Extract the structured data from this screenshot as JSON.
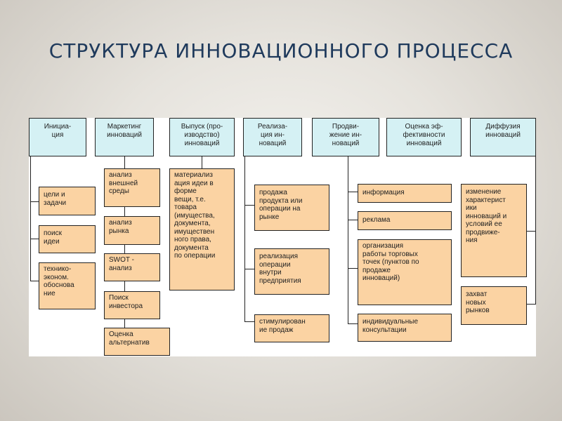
{
  "title": "СТРУКТУРА ИННОВАЦИОННОГО ПРОЦЕССА",
  "columns": [
    {
      "header": "Инициа-\nция",
      "items": [
        "цели и\nзадачи",
        "поиск\nидеи",
        "технико-\nэконом.\nобоснова\nние"
      ]
    },
    {
      "header": "Маркетинг\nинноваций",
      "items": [
        "анализ\nвнешней\nсреды",
        "анализ\nрынка",
        "SWOT -\nанализ",
        "Поиск\nинвестора",
        "Оценка\nальтернатив"
      ]
    },
    {
      "header": "Выпуск (про-\nизводство)\nинноваций",
      "items": [
        "материализ\nация идеи в\nформе\nвещи, т.е.\nтовара\n(имущества,\nдокумента,\nимуществен\nного права,\nдокумента\nпо операции"
      ]
    },
    {
      "header": "Реализа-\nция ин-\nноваций",
      "items": [
        "продажа\nпродукта или\nоперации на\nрынке",
        "реализация\nоперации\nвнутри\nпредприятия",
        "стимулирован\nие продаж"
      ]
    },
    {
      "header": "Продви-\nжение ин-\nноваций",
      "items": [
        "информация",
        "реклама",
        "организация\nработы торговых\nточек (пунктов по\nпродаже\nинноваций)",
        "индивидуальные\nконсультации"
      ]
    },
    {
      "header": "Оценка эф-\nфективности\nинноваций",
      "items": []
    },
    {
      "header": "Диффузия\nинноваций",
      "items": [
        "изменение\nхарактерист\nики\nинноваций и\nусловий ее\nпродвиже-\nния",
        "захват\nновых\nрынков"
      ]
    }
  ]
}
